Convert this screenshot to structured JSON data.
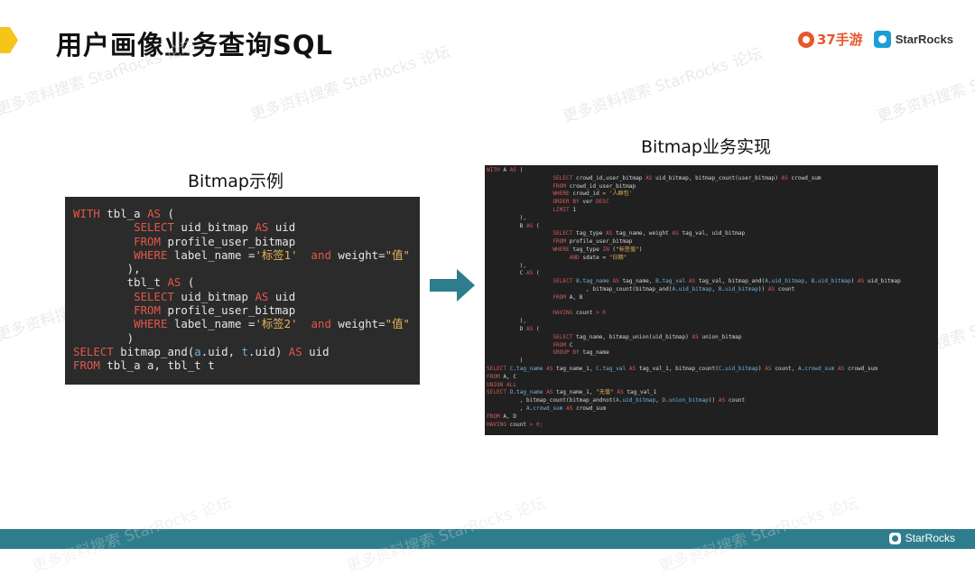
{
  "slide": {
    "title": "用户画像业务查询SQL"
  },
  "logos": {
    "partner_text": "37手游",
    "brand_text": "StarRocks"
  },
  "watermark": {
    "text": "更多资料搜索 StarRocks 论坛"
  },
  "captions": {
    "left": "Bitmap示例",
    "right": "Bitmap业务实现"
  },
  "code_left": [
    [
      {
        "t": "WITH",
        "c": "kw"
      },
      {
        "t": " tbl_a "
      },
      {
        "t": "AS",
        "c": "kw"
      },
      {
        "t": " ("
      }
    ],
    [
      {
        "t": "         "
      },
      {
        "t": "SELECT",
        "c": "kw"
      },
      {
        "t": " uid_bitmap "
      },
      {
        "t": "AS",
        "c": "kw"
      },
      {
        "t": " uid"
      }
    ],
    [
      {
        "t": "         "
      },
      {
        "t": "FROM",
        "c": "kw"
      },
      {
        "t": " profile_user_bitmap"
      }
    ],
    [
      {
        "t": "         "
      },
      {
        "t": "WHERE",
        "c": "kw"
      },
      {
        "t": " label_name ="
      },
      {
        "t": "'标签1'",
        "c": "str"
      },
      {
        "t": "  "
      },
      {
        "t": "and",
        "c": "kw"
      },
      {
        "t": " weight="
      },
      {
        "t": "\"值\"",
        "c": "str"
      }
    ],
    [
      {
        "t": "        ),"
      }
    ],
    [
      {
        "t": "        tbl_t "
      },
      {
        "t": "AS",
        "c": "kw"
      },
      {
        "t": " ("
      }
    ],
    [
      {
        "t": "         "
      },
      {
        "t": "SELECT",
        "c": "kw"
      },
      {
        "t": " uid_bitmap "
      },
      {
        "t": "AS",
        "c": "kw"
      },
      {
        "t": " uid"
      }
    ],
    [
      {
        "t": "         "
      },
      {
        "t": "FROM",
        "c": "kw"
      },
      {
        "t": " profile_user_bitmap"
      }
    ],
    [
      {
        "t": "         "
      },
      {
        "t": "WHERE",
        "c": "kw"
      },
      {
        "t": " label_name ="
      },
      {
        "t": "'标签2'",
        "c": "str"
      },
      {
        "t": "  "
      },
      {
        "t": "and",
        "c": "kw"
      },
      {
        "t": " weight="
      },
      {
        "t": "\"值\"",
        "c": "str"
      }
    ],
    [
      {
        "t": "        )"
      }
    ],
    [
      {
        "t": "SELECT",
        "c": "kw"
      },
      {
        "t": " bitmap_and("
      },
      {
        "t": "a",
        "c": "id"
      },
      {
        "t": ".uid, "
      },
      {
        "t": "t",
        "c": "id"
      },
      {
        "t": ".uid) "
      },
      {
        "t": "AS",
        "c": "kw"
      },
      {
        "t": " uid"
      }
    ],
    [
      {
        "t": "FROM",
        "c": "kw"
      },
      {
        "t": " tbl_a a, tbl_t t"
      }
    ]
  ],
  "code_right": [
    [
      {
        "t": "WITH",
        "c": "kw2"
      },
      {
        "t": " A "
      },
      {
        "t": "AS",
        "c": "kw2"
      },
      {
        "t": " ("
      }
    ],
    [
      {
        "t": "                    "
      },
      {
        "t": "SELECT",
        "c": "kw2"
      },
      {
        "t": " crowd_id,user_bitmap "
      },
      {
        "t": "AS",
        "c": "kw2"
      },
      {
        "t": " uid_bitmap, bitmap_count(user_bitmap) "
      },
      {
        "t": "AS",
        "c": "kw2"
      },
      {
        "t": " crowd_sum"
      }
    ],
    [
      {
        "t": "                    "
      },
      {
        "t": "FROM",
        "c": "kw2"
      },
      {
        "t": " crowd_id_user_bitmap"
      }
    ],
    [
      {
        "t": "                    "
      },
      {
        "t": "WHERE",
        "c": "kw2"
      },
      {
        "t": " crowd_id "
      },
      {
        "t": "= '人群包'",
        "c": "str"
      }
    ],
    [
      {
        "t": "                    "
      },
      {
        "t": "ORDER BY",
        "c": "kw2"
      },
      {
        "t": " ver "
      },
      {
        "t": "DESC",
        "c": "kw2"
      }
    ],
    [
      {
        "t": "                    "
      },
      {
        "t": "LIMIT",
        "c": "kw2"
      },
      {
        "t": " 1"
      }
    ],
    [
      {
        "t": "          ),"
      }
    ],
    [
      {
        "t": "          B "
      },
      {
        "t": "AS",
        "c": "kw2"
      },
      {
        "t": " ("
      }
    ],
    [
      {
        "t": "                    "
      },
      {
        "t": "SELECT",
        "c": "kw2"
      },
      {
        "t": " tag_type "
      },
      {
        "t": "AS",
        "c": "kw2"
      },
      {
        "t": " tag_name, weight "
      },
      {
        "t": "AS",
        "c": "kw2"
      },
      {
        "t": " tag_val, uid_bitmap"
      }
    ],
    [
      {
        "t": "                    "
      },
      {
        "t": "FROM",
        "c": "kw2"
      },
      {
        "t": " profile_user_bitmap"
      }
    ],
    [
      {
        "t": "                    "
      },
      {
        "t": "WHERE",
        "c": "kw2"
      },
      {
        "t": " tag_type "
      },
      {
        "t": "IN",
        "c": "kw2"
      },
      {
        "t": " ("
      },
      {
        "t": "\"标签值\"",
        "c": "str"
      },
      {
        "t": ")"
      }
    ],
    [
      {
        "t": "                         "
      },
      {
        "t": "AND",
        "c": "kw2"
      },
      {
        "t": " sdate = "
      },
      {
        "t": "\"日期\"",
        "c": "str"
      }
    ],
    [
      {
        "t": "          ),"
      }
    ],
    [
      {
        "t": "          C "
      },
      {
        "t": "AS",
        "c": "kw2"
      },
      {
        "t": " ("
      }
    ],
    [
      {
        "t": "                    "
      },
      {
        "t": "SELECT",
        "c": "kw2"
      },
      {
        "t": " "
      },
      {
        "t": "B",
        "c": "id"
      },
      {
        "t": "."
      },
      {
        "t": "tag_name",
        "c": "id"
      },
      {
        "t": " "
      },
      {
        "t": "AS",
        "c": "kw2"
      },
      {
        "t": " tag_name, "
      },
      {
        "t": "B",
        "c": "id"
      },
      {
        "t": "."
      },
      {
        "t": "tag_val",
        "c": "id"
      },
      {
        "t": " "
      },
      {
        "t": "AS",
        "c": "kw2"
      },
      {
        "t": " tag_val, bitmap_and("
      },
      {
        "t": "A",
        "c": "id"
      },
      {
        "t": "."
      },
      {
        "t": "uid_bitmap",
        "c": "id"
      },
      {
        "t": ", "
      },
      {
        "t": "B",
        "c": "id"
      },
      {
        "t": "."
      },
      {
        "t": "uid_bitmap",
        "c": "id"
      },
      {
        "t": ") "
      },
      {
        "t": "AS",
        "c": "kw2"
      },
      {
        "t": " uid_bitmap"
      }
    ],
    [
      {
        "t": "                              , bitmap_count(bitmap_and("
      },
      {
        "t": "A",
        "c": "id"
      },
      {
        "t": "."
      },
      {
        "t": "uid_bitmap",
        "c": "id"
      },
      {
        "t": ", "
      },
      {
        "t": "B",
        "c": "id"
      },
      {
        "t": "."
      },
      {
        "t": "uid_bitmap",
        "c": "id"
      },
      {
        "t": ")) "
      },
      {
        "t": "AS",
        "c": "kw2"
      },
      {
        "t": " count"
      }
    ],
    [
      {
        "t": "                    "
      },
      {
        "t": "FROM",
        "c": "kw2"
      },
      {
        "t": " A, B"
      }
    ],
    [
      {
        "t": ""
      }
    ],
    [
      {
        "t": "                    "
      },
      {
        "t": "HAVING",
        "c": "kw2"
      },
      {
        "t": " count "
      },
      {
        "t": "> 0",
        "c": "kw2"
      }
    ],
    [
      {
        "t": "          ),"
      }
    ],
    [
      {
        "t": "          D "
      },
      {
        "t": "AS",
        "c": "kw2"
      },
      {
        "t": " ("
      }
    ],
    [
      {
        "t": "                    "
      },
      {
        "t": "SELECT",
        "c": "kw2"
      },
      {
        "t": " tag_name, bitmap_union(uid_bitmap) "
      },
      {
        "t": "AS",
        "c": "kw2"
      },
      {
        "t": " union_bitmap"
      }
    ],
    [
      {
        "t": "                    "
      },
      {
        "t": "FROM",
        "c": "kw2"
      },
      {
        "t": " C"
      }
    ],
    [
      {
        "t": "                    "
      },
      {
        "t": "GROUP BY",
        "c": "kw2"
      },
      {
        "t": " tag_name"
      }
    ],
    [
      {
        "t": "          )"
      }
    ],
    [
      {
        "t": "SELECT",
        "c": "kw2"
      },
      {
        "t": " "
      },
      {
        "t": "C",
        "c": "id"
      },
      {
        "t": "."
      },
      {
        "t": "tag_name",
        "c": "id"
      },
      {
        "t": " "
      },
      {
        "t": "AS",
        "c": "kw2"
      },
      {
        "t": " tag_name_1, "
      },
      {
        "t": "C",
        "c": "id"
      },
      {
        "t": "."
      },
      {
        "t": "tag_val",
        "c": "id"
      },
      {
        "t": " "
      },
      {
        "t": "AS",
        "c": "kw2"
      },
      {
        "t": " tag_val_1, bitmap_count("
      },
      {
        "t": "C",
        "c": "id"
      },
      {
        "t": "."
      },
      {
        "t": "uid_bitmap",
        "c": "id"
      },
      {
        "t": ") "
      },
      {
        "t": "AS",
        "c": "kw2"
      },
      {
        "t": " count, "
      },
      {
        "t": "A",
        "c": "id"
      },
      {
        "t": "."
      },
      {
        "t": "crowd_sum",
        "c": "id"
      },
      {
        "t": " "
      },
      {
        "t": "AS",
        "c": "kw2"
      },
      {
        "t": " crowd_sum"
      }
    ],
    [
      {
        "t": "FROM",
        "c": "kw2"
      },
      {
        "t": " A, C"
      }
    ],
    [
      {
        "t": "UNION ALL",
        "c": "kw2"
      }
    ],
    [
      {
        "t": "SELECT",
        "c": "kw2"
      },
      {
        "t": " "
      },
      {
        "t": "D",
        "c": "id"
      },
      {
        "t": "."
      },
      {
        "t": "tag_name",
        "c": "id"
      },
      {
        "t": " "
      },
      {
        "t": "AS",
        "c": "kw2"
      },
      {
        "t": " tag_name_1, "
      },
      {
        "t": "\"无值\"",
        "c": "str"
      },
      {
        "t": " "
      },
      {
        "t": "AS",
        "c": "kw2"
      },
      {
        "t": " tag_val_1"
      }
    ],
    [
      {
        "t": "          , bitmap_count(bitmap_andnot("
      },
      {
        "t": "A",
        "c": "id"
      },
      {
        "t": "."
      },
      {
        "t": "uid_bitmap",
        "c": "id"
      },
      {
        "t": ", "
      },
      {
        "t": "D",
        "c": "id"
      },
      {
        "t": "."
      },
      {
        "t": "union_bitmap",
        "c": "id"
      },
      {
        "t": ")) "
      },
      {
        "t": "AS",
        "c": "kw2"
      },
      {
        "t": " count"
      }
    ],
    [
      {
        "t": "          , "
      },
      {
        "t": "A",
        "c": "id"
      },
      {
        "t": "."
      },
      {
        "t": "crowd_sum",
        "c": "id"
      },
      {
        "t": " "
      },
      {
        "t": "AS",
        "c": "kw2"
      },
      {
        "t": " crowd_sum"
      }
    ],
    [
      {
        "t": "FROM",
        "c": "kw2"
      },
      {
        "t": " A, D"
      }
    ],
    [
      {
        "t": "HAVING",
        "c": "kw2"
      },
      {
        "t": " count "
      },
      {
        "t": "> 0;",
        "c": "kw2"
      }
    ]
  ],
  "footer": {
    "brand_text": "StarRocks"
  },
  "colors": {
    "accent": "#f5c518",
    "arrow": "#2e7d8d",
    "footer": "#2e7d8d",
    "keyword": "#e4574a",
    "string": "#e6b35a",
    "identifier": "#6fb1e0"
  },
  "icons": {
    "accent_tab": "yellow-tab-shape",
    "partner_logo": "37-game-logo",
    "brand_logo": "starrocks-logo",
    "arrow": "right-arrow"
  }
}
